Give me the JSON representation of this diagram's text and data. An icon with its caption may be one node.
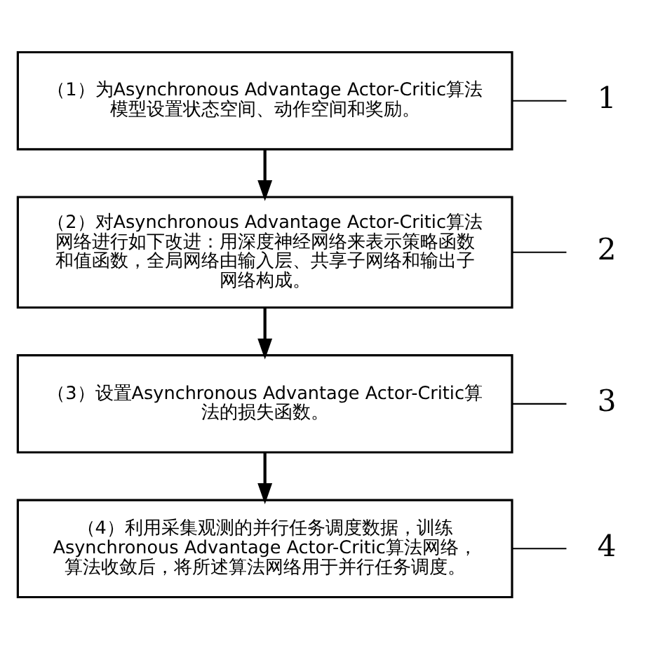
{
  "diagram": {
    "nodes": [
      {
        "text": [
          "（1）为Asynchronous Advantage Actor-Critic算法模型设置状态空间、动作空间和奖励。"
        ]
      },
      {
        "text": [
          "1"
        ]
      },
      {
        "text": [
          "（2）对Asynchronous Advantage Actor-Critic算法网络进行如下改进：用深度神经网络来表示策略函数和值函数，全局网络由输入层、共享子网络和输出子网络构成。"
        ]
      },
      {
        "text": [
          "2"
        ]
      },
      {
        "text": [
          "（3）设置Asynchronous Advantage Actor-Critic算法的损失函数。"
        ]
      },
      {
        "text": [
          "3"
        ]
      },
      {
        "text": [
          "（4）利用采集观测的并行任务调度数据，训练Asynchronous Advantage Actor-Critic算法网络，算法收敛后，将所述算法网络用于并行任务调度。"
        ]
      },
      {
        "text": [
          "4"
        ]
      }
    ],
    "edges": [
      {
        "from": 0,
        "to": 2,
        "arrow": "to"
      },
      {
        "from": 2,
        "to": 4,
        "arrow": "to"
      },
      {
        "from": 4,
        "to": 6,
        "arrow": "to"
      },
      {
        "from": 0,
        "to": 1,
        "arrow": "none"
      },
      {
        "from": 2,
        "to": 3,
        "arrow": "none"
      },
      {
        "from": 4,
        "to": 5,
        "arrow": "none"
      },
      {
        "from": 6,
        "to": 7,
        "arrow": "none"
      }
    ]
  }
}
